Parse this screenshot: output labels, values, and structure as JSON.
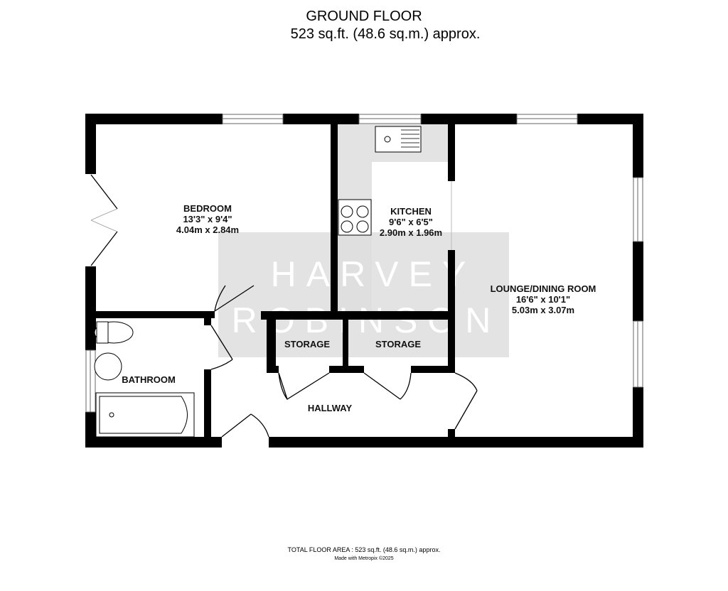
{
  "header": {
    "title": "GROUND FLOOR",
    "subtitle": "523 sq.ft. (48.6 sq.m.) approx."
  },
  "rooms": [
    {
      "name": "BEDROOM",
      "imperial": "13'3\"  x 9'4\"",
      "metric": "4.04m  x 2.84m"
    },
    {
      "name": "KITCHEN",
      "imperial": "9'6\"  x 6'5\"",
      "metric": "2.90m  x 1.96m"
    },
    {
      "name": "LOUNGE/DINING ROOM",
      "imperial": "16'6\"  x 10'1\"",
      "metric": "5.03m  x 3.07m"
    },
    {
      "name": "BATHROOM"
    },
    {
      "name": "STORAGE"
    },
    {
      "name": "STORAGE"
    },
    {
      "name": "HALLWAY"
    }
  ],
  "watermark": {
    "line1": "HARVEY",
    "line2": "ROBINSON"
  },
  "footer": {
    "total": "TOTAL FLOOR AREA : 523 sq.ft. (48.6 sq.m.) approx.",
    "credit": "Made with Metropix ©2025"
  },
  "colors": {
    "wall": "#000000",
    "counter": "#e3e3e3",
    "watermark_bg": "#dedede"
  }
}
